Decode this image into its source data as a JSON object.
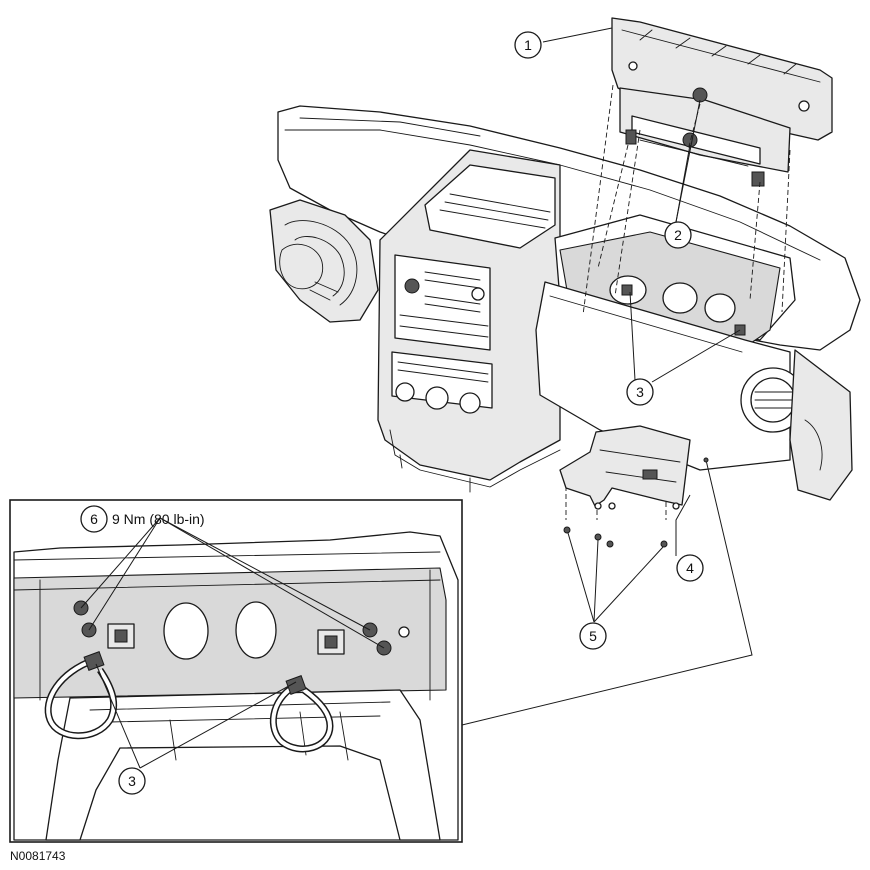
{
  "figure_id": "N0081743",
  "callouts": {
    "c1": "1",
    "c2": "2",
    "c3": "3",
    "c4": "4",
    "c5": "5",
    "c6": "6",
    "c3_detail": "3"
  },
  "torque_spec": "9 Nm (80 lb-in)"
}
